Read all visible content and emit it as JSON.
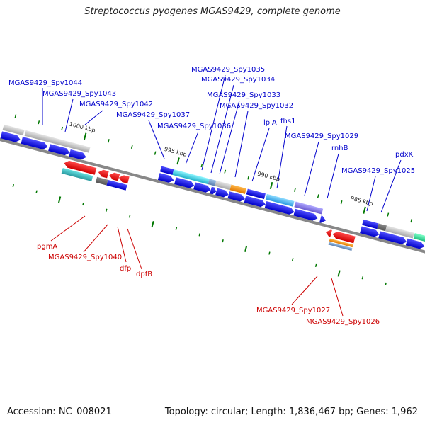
{
  "title": "Streptococcus pyogenes MGAS9429, complete genome",
  "accession_label": "Accession: NC_008021",
  "summary": "Topology: circular; Length: 1,836,467 bp; Genes: 1,962",
  "colors": {
    "plus_strand": "#0000cc",
    "minus_strand": "#cc0000",
    "backbone": "#888888",
    "tick": "#007700"
  },
  "scale_labels": [
    "1000 kbp",
    "995 kbp",
    "990 kbp",
    "985 kbp"
  ],
  "genes_plus": [
    "MGAS9429_Spy1044",
    "MGAS9429_Spy1043",
    "MGAS9429_Spy1042",
    "MGAS9429_Spy1037",
    "MGAS9429_Spy1036",
    "MGAS9429_Spy1035",
    "MGAS9429_Spy1034",
    "MGAS9429_Spy1033",
    "MGAS9429_Spy1032",
    "lplA",
    "fhs1",
    "MGAS9429_Spy1029",
    "rnhB",
    "MGAS9429_Spy1025",
    "pdxK"
  ],
  "genes_minus": [
    "pgmA",
    "MGAS9429_Spy1040",
    "dfp",
    "dpfB",
    "MGAS9429_Spy1027",
    "MGAS9429_Spy1026"
  ]
}
